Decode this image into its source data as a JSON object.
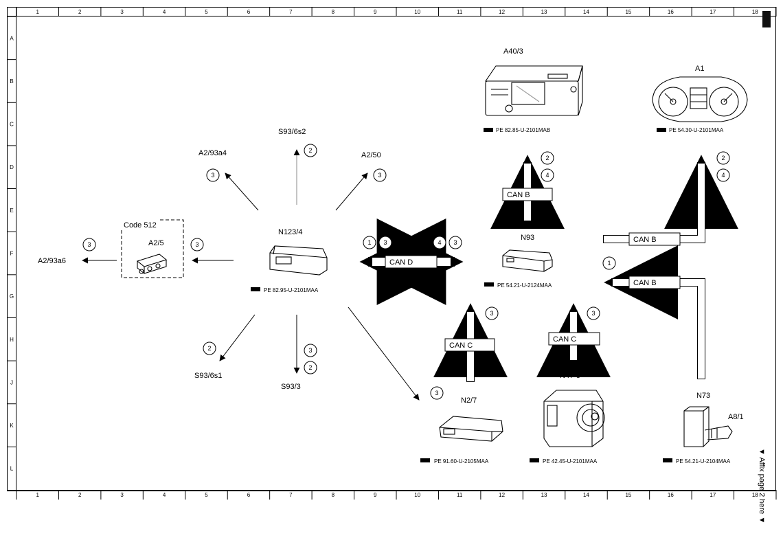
{
  "grid": {
    "columns": [
      "1",
      "2",
      "3",
      "4",
      "5",
      "6",
      "7",
      "8",
      "9",
      "10",
      "11",
      "12",
      "13",
      "14",
      "15",
      "16",
      "17",
      "18"
    ],
    "rows": [
      "A",
      "B",
      "C",
      "D",
      "E",
      "F",
      "G",
      "H",
      "J",
      "K",
      "L"
    ]
  },
  "components": {
    "A40_3": {
      "label": "A40/3",
      "ref": "PE 82.85-U-2101MAB"
    },
    "A1": {
      "label": "A1",
      "ref": "PE 54.30-U-2101MAA"
    },
    "N123_4": {
      "label": "N123/4",
      "ref": "PE 82.95-U-2101MAA"
    },
    "N93": {
      "label": "N93",
      "ref": "PE 54.21-U-2124MAA"
    },
    "N2_7": {
      "label": "N2/7",
      "ref": "PE 91.60-U-2105MAA"
    },
    "N47_5": {
      "label": "N47-5",
      "ref": "PE 42.45-U-2101MAA"
    },
    "N73": {
      "label": "N73",
      "ref": "PE 54.21-U-2104MAA"
    },
    "A8_1": {
      "label": "A8/1"
    },
    "A2_5": {
      "label": "A2/5"
    },
    "code512": {
      "label": "Code 512"
    }
  },
  "targets": {
    "S93_6s2": "S93/6s2",
    "A2_93a4": "A2/93a4",
    "A2_50": "A2/50",
    "A2_93a6": "A2/93a6",
    "S93_6s1": "S93/6s1",
    "S93_3": "S93/3"
  },
  "buses": {
    "can_b": "CAN B",
    "can_c": "CAN C",
    "can_d": "CAN D"
  },
  "circles": {
    "n1": "1",
    "n2": "2",
    "n3": "3",
    "n4": "4"
  },
  "side_note": "▼ Affix page 2 here ▼"
}
